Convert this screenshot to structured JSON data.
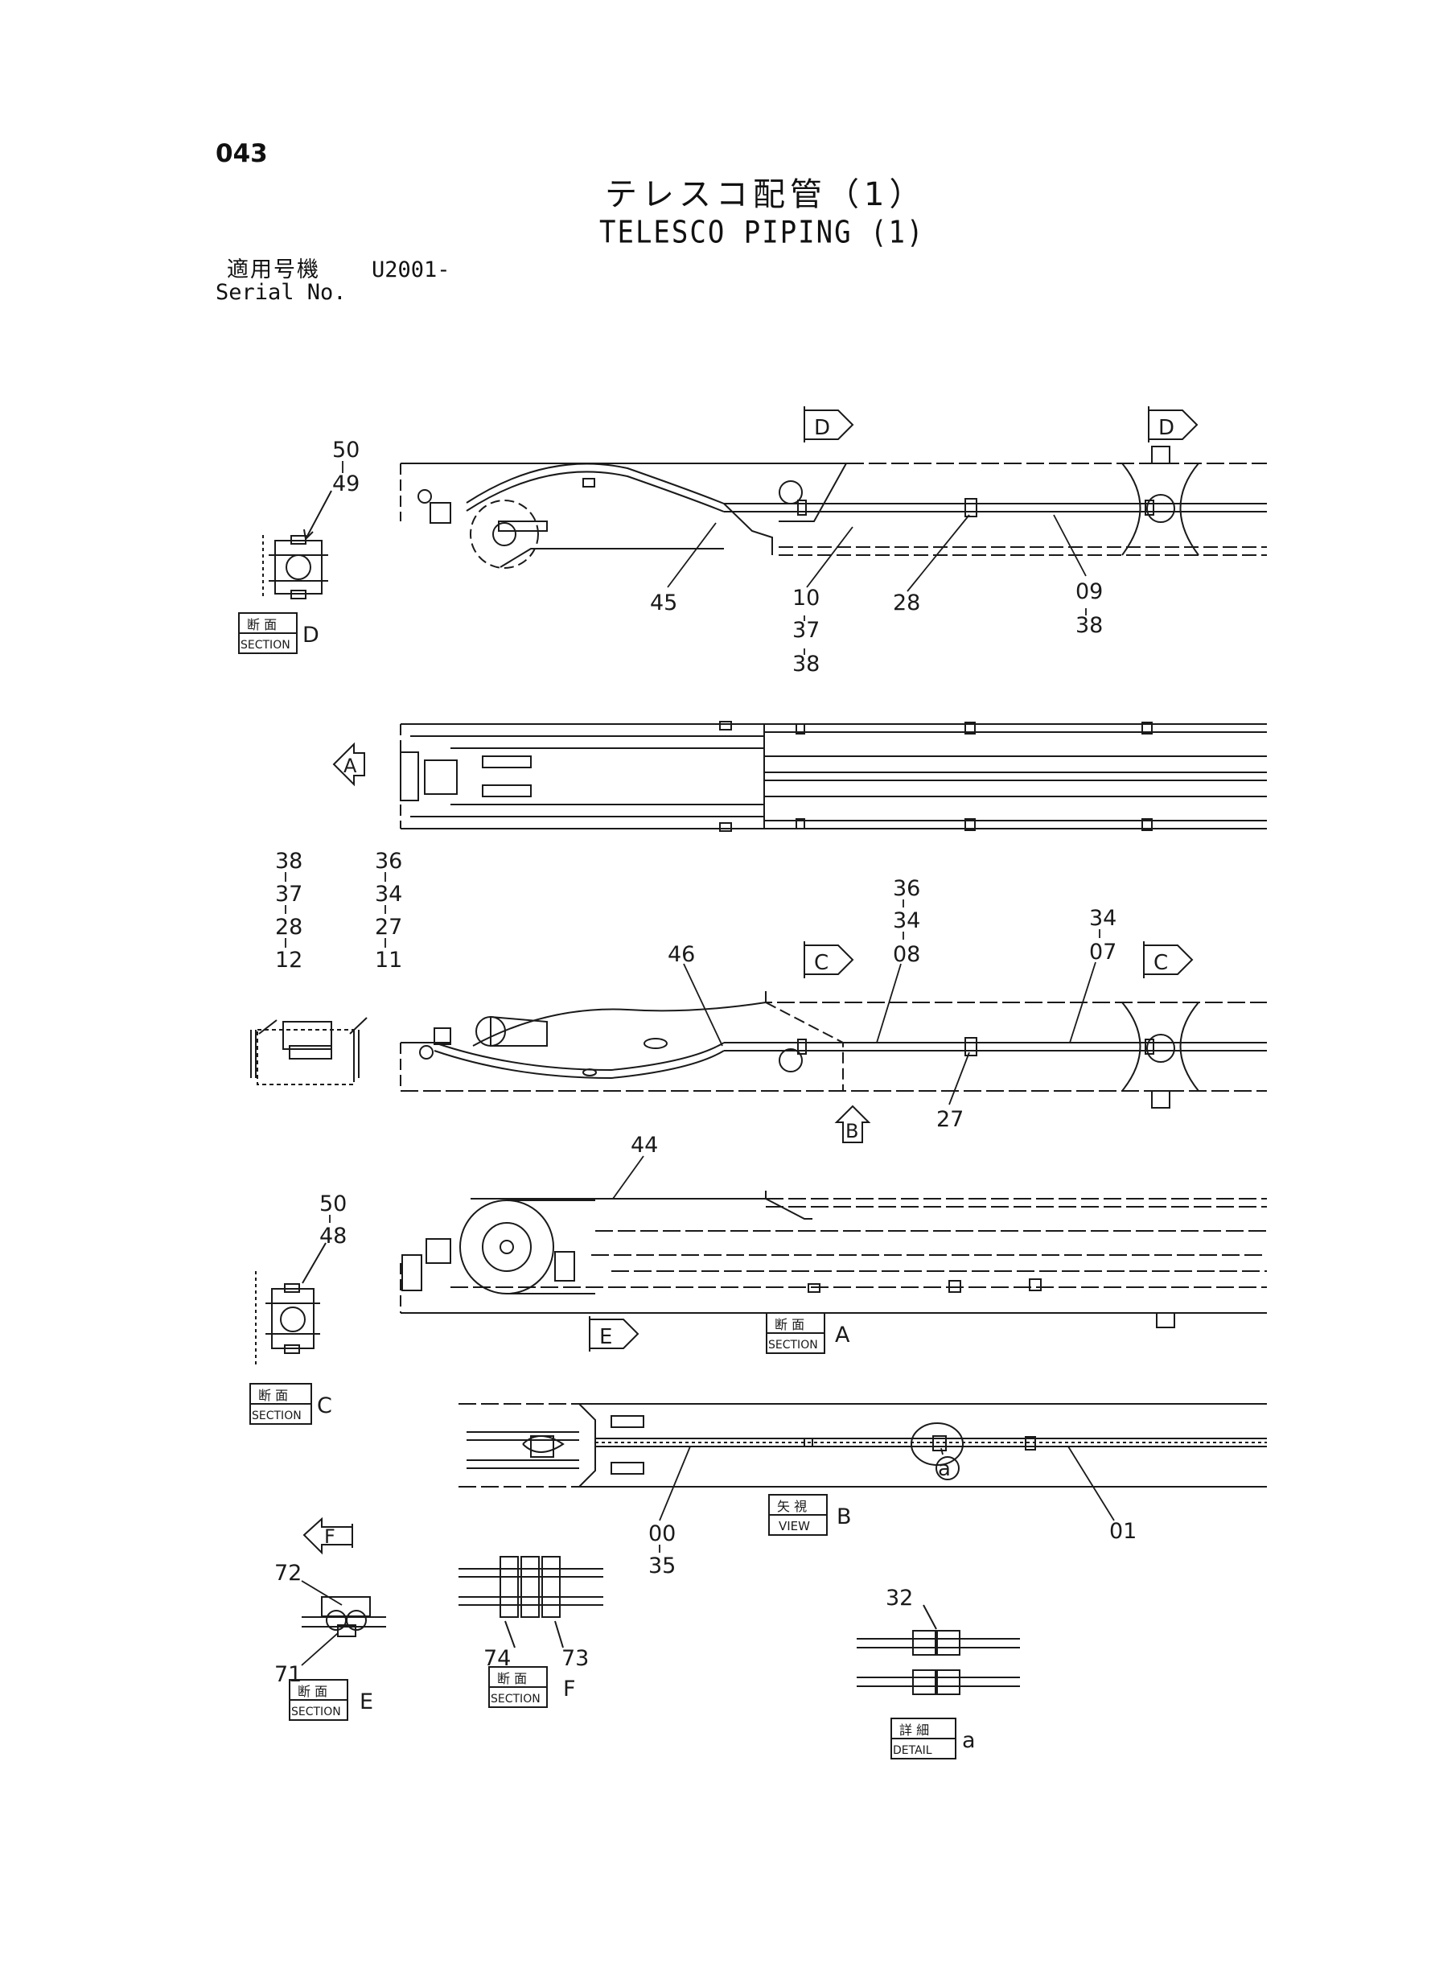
{
  "header": {
    "page_number": "043",
    "title_jp": "テレスコ配管（1）",
    "title_en": "TELESCO PIPING (1)",
    "serial_label_jp": "適用号機",
    "serial_value": "U2001-",
    "serial_label_en": "Serial No."
  },
  "view_markers": {
    "A": "A",
    "B": "B",
    "C": "C",
    "D": "D",
    "E": "E",
    "F": "F"
  },
  "caption_boxes": {
    "danmen": "断 面",
    "yashi": "矢 視",
    "shosai": "詳 細",
    "section": "SECTION",
    "view": "VIEW",
    "detail": "DETAIL",
    "letters": {
      "D": "D",
      "A": "A",
      "C": "C",
      "B": "B",
      "E": "E",
      "F": "F",
      "a": "a"
    }
  },
  "callouts": {
    "sec_d": [
      "50",
      "49"
    ],
    "view1_45": "45",
    "view1_10": [
      "10",
      "37",
      "38"
    ],
    "view1_28": "28",
    "view1_09": [
      "09",
      "38"
    ],
    "left_group": [
      "38",
      "37",
      "28",
      "12"
    ],
    "right_group": [
      "36",
      "34",
      "27",
      "11"
    ],
    "view3_46": "46",
    "view3_08": [
      "36",
      "34",
      "08"
    ],
    "view3_07": [
      "34",
      "07"
    ],
    "view3_27": "27",
    "view4_44": "44",
    "sec_c": [
      "50",
      "48"
    ],
    "view5_00": [
      "00",
      "35"
    ],
    "view5_01": "01",
    "detail_a_circle": "a",
    "sec_e_72": "72",
    "sec_e_71": "71",
    "sec_f_74": "74",
    "sec_f_73": "73",
    "detail_a_32": "32"
  },
  "colors": {
    "ink": "#1a1a1a",
    "background": "#ffffff"
  }
}
